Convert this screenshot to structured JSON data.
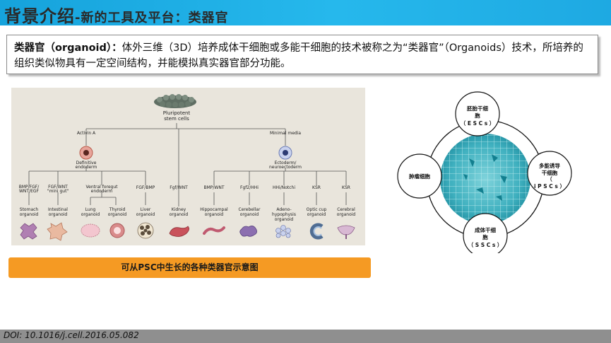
{
  "header": {
    "title_main": "背景介绍",
    "title_sub": "-新的工具及平台：类器官"
  },
  "definition": {
    "term": "类器官（organoid）：",
    "text": "体外三维（3D）培养成体干细胞或多能干细胞的技术被称之为“类器官”（Organoids）技术，所培养的组织类似物具有一定空间结构，并能模拟真实器官部分功能。"
  },
  "figure": {
    "root_label_1": "Pluripotent",
    "root_label_2": "stem cells",
    "left_branch_label": "Activin A",
    "right_branch_label": "Minimal media",
    "left_node_label_1": "Definitive",
    "left_node_label_2": "endoderm",
    "right_node_label_1": "Ectoderm/",
    "right_node_label_2": "neuroectoderm",
    "factors": [
      {
        "l1": "BMP/FGF/",
        "l2": "WNT/EGF"
      },
      {
        "l1": "FGF/WNT",
        "l2": "\"mini gut\""
      },
      {
        "l1": "Ventral foregut",
        "l2": "endoderm"
      },
      {
        "l1": "FGF/BMP",
        "l2": ""
      },
      {
        "l1": "Fgf/WNT",
        "l2": ""
      },
      {
        "l1": "BMP/WNT",
        "l2": ""
      },
      {
        "l1": "Fgf2/HHi",
        "l2": ""
      },
      {
        "l1": "HHi/Notchi",
        "l2": ""
      },
      {
        "l1": "KSR",
        "l2": ""
      },
      {
        "l1": "KSR",
        "l2": ""
      }
    ],
    "organoids": [
      {
        "l1": "Stomach",
        "l2": "organoid",
        "l3": ""
      },
      {
        "l1": "Intestinal",
        "l2": "organoid",
        "l3": ""
      },
      {
        "l1": "Lung",
        "l2": "organoid",
        "l3": ""
      },
      {
        "l1": "Thyroid",
        "l2": "organoid",
        "l3": ""
      },
      {
        "l1": "Liver",
        "l2": "organoid",
        "l3": ""
      },
      {
        "l1": "Kidney",
        "l2": "organoid",
        "l3": ""
      },
      {
        "l1": "Hippocampal",
        "l2": "organoid",
        "l3": ""
      },
      {
        "l1": "Cerebellar",
        "l2": "organoid",
        "l3": ""
      },
      {
        "l1": "Adeno-",
        "l2": "hypophysis",
        "l3": "organoid"
      },
      {
        "l1": "Optic cup",
        "l2": "organoid",
        "l3": ""
      },
      {
        "l1": "Cerebral",
        "l2": "organoid",
        "l3": ""
      }
    ]
  },
  "caption": "可从PSC中生长的各种类器官示意图",
  "sources": {
    "top": {
      "l1": "胚胎干细",
      "l2": "胞",
      "l3": "（ E S C s ）"
    },
    "left": {
      "l1": "肿瘤细胞"
    },
    "right": {
      "l1": "多能诱导",
      "l2": "干细胞",
      "l3": "（",
      "l4": "i P S C s ）"
    },
    "bottom": {
      "l1": "成体干细",
      "l2": "胞",
      "l3": "（ S S C s ）"
    }
  },
  "footer": {
    "doi": "DOI: 10.1016/j.cell.2016.05.082"
  }
}
